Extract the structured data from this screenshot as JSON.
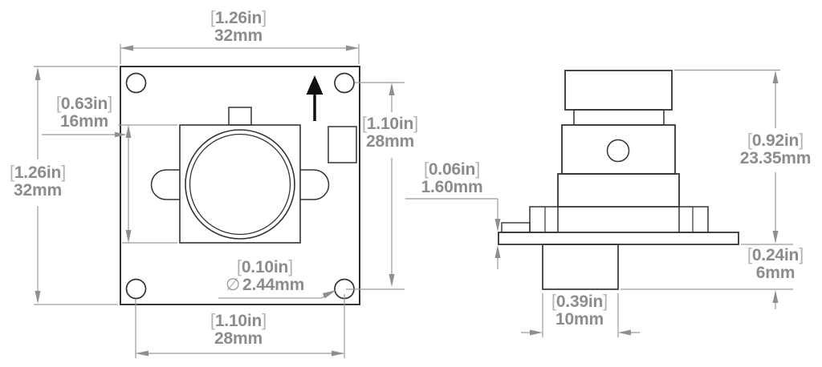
{
  "drawing_type": "technical-dimension-drawing",
  "symbols": {
    "bracket_open": "[",
    "bracket_close": "]",
    "diameter": "∅"
  },
  "icons": {
    "orientation_arrow": "up-arrow-icon"
  },
  "dimensions": {
    "front_width": {
      "in": "1.26in",
      "mm": "32mm"
    },
    "front_height": {
      "in": "1.26in",
      "mm": "32mm"
    },
    "holder_height": {
      "in": "0.63in",
      "mm": "16mm"
    },
    "hole_spacing_vertical": {
      "in": "1.10in",
      "mm": "28mm"
    },
    "hole_spacing_horizontal": {
      "in": "1.10in",
      "mm": "28mm"
    },
    "hole_diameter": {
      "in": "0.10in",
      "mm": "2.44mm"
    },
    "pcb_thickness": {
      "in": "0.06in",
      "mm": "1.60mm"
    },
    "module_height": {
      "in": "0.92in",
      "mm": "23.35mm"
    },
    "connector_height": {
      "in": "0.24in",
      "mm": "6mm"
    },
    "connector_width": {
      "in": "0.39in",
      "mm": "10mm"
    }
  },
  "colors": {
    "background": "#ffffff",
    "outline": "#333333",
    "dimension_line": "#9a9a9a",
    "dimension_text": "#8c8c8c",
    "bracket": "#b4b4b4",
    "orientation_arrow": "#111111"
  }
}
